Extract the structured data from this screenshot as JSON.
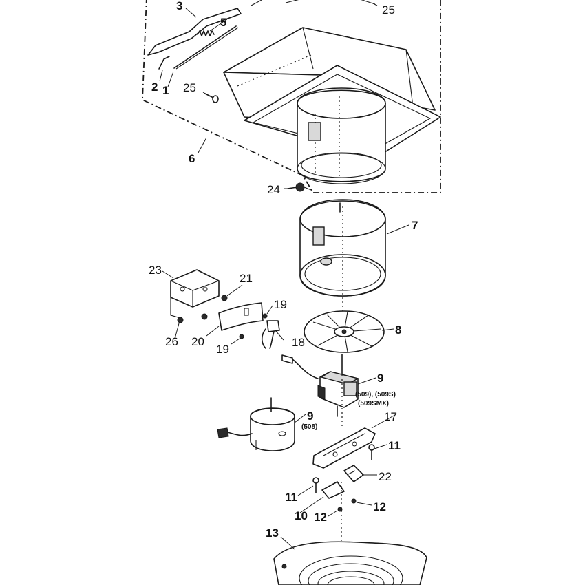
{
  "labels": {
    "p1": "1",
    "p2": "2",
    "p3": "3",
    "p5": "5",
    "p6": "6",
    "p7": "7",
    "p8": "8",
    "p9a": "9",
    "p9a_note1": "(509), (509S)",
    "p9a_note2": "(509SMX)",
    "p9b": "9",
    "p9b_note": "(508)",
    "p10": "10",
    "p11a": "11",
    "p11b": "11",
    "p12a": "12",
    "p12b": "12",
    "p13": "13",
    "p17": "17",
    "p18": "18",
    "p19a": "19",
    "p19b": "19",
    "p20": "20",
    "p21": "21",
    "p22": "22",
    "p23": "23",
    "p24": "24",
    "p25a": "25",
    "p25b": "25",
    "p26": "26"
  }
}
